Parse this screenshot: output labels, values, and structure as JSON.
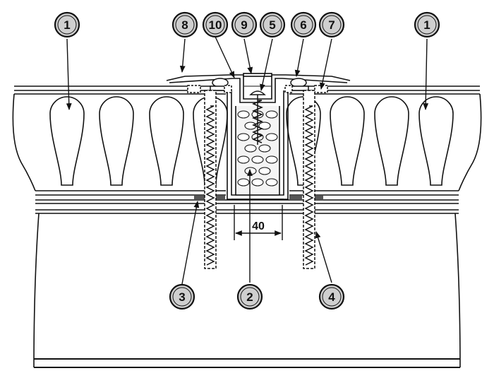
{
  "diagram": {
    "colors": {
      "line": "#111111",
      "callout_fill": "#cfcfcf",
      "insulation_fill": "#f4f4f4",
      "pad_fill": "#555555",
      "background": "#ffffff"
    },
    "callouts": [
      {
        "id": "c1-left",
        "label": "1"
      },
      {
        "id": "c8",
        "label": "8"
      },
      {
        "id": "c10",
        "label": "10"
      },
      {
        "id": "c9",
        "label": "9"
      },
      {
        "id": "c5",
        "label": "5"
      },
      {
        "id": "c6",
        "label": "6"
      },
      {
        "id": "c7",
        "label": "7"
      },
      {
        "id": "c1-right",
        "label": "1"
      },
      {
        "id": "c3",
        "label": "3"
      },
      {
        "id": "c2",
        "label": "2"
      },
      {
        "id": "c4",
        "label": "4"
      }
    ],
    "dimension": {
      "value": "40"
    }
  }
}
